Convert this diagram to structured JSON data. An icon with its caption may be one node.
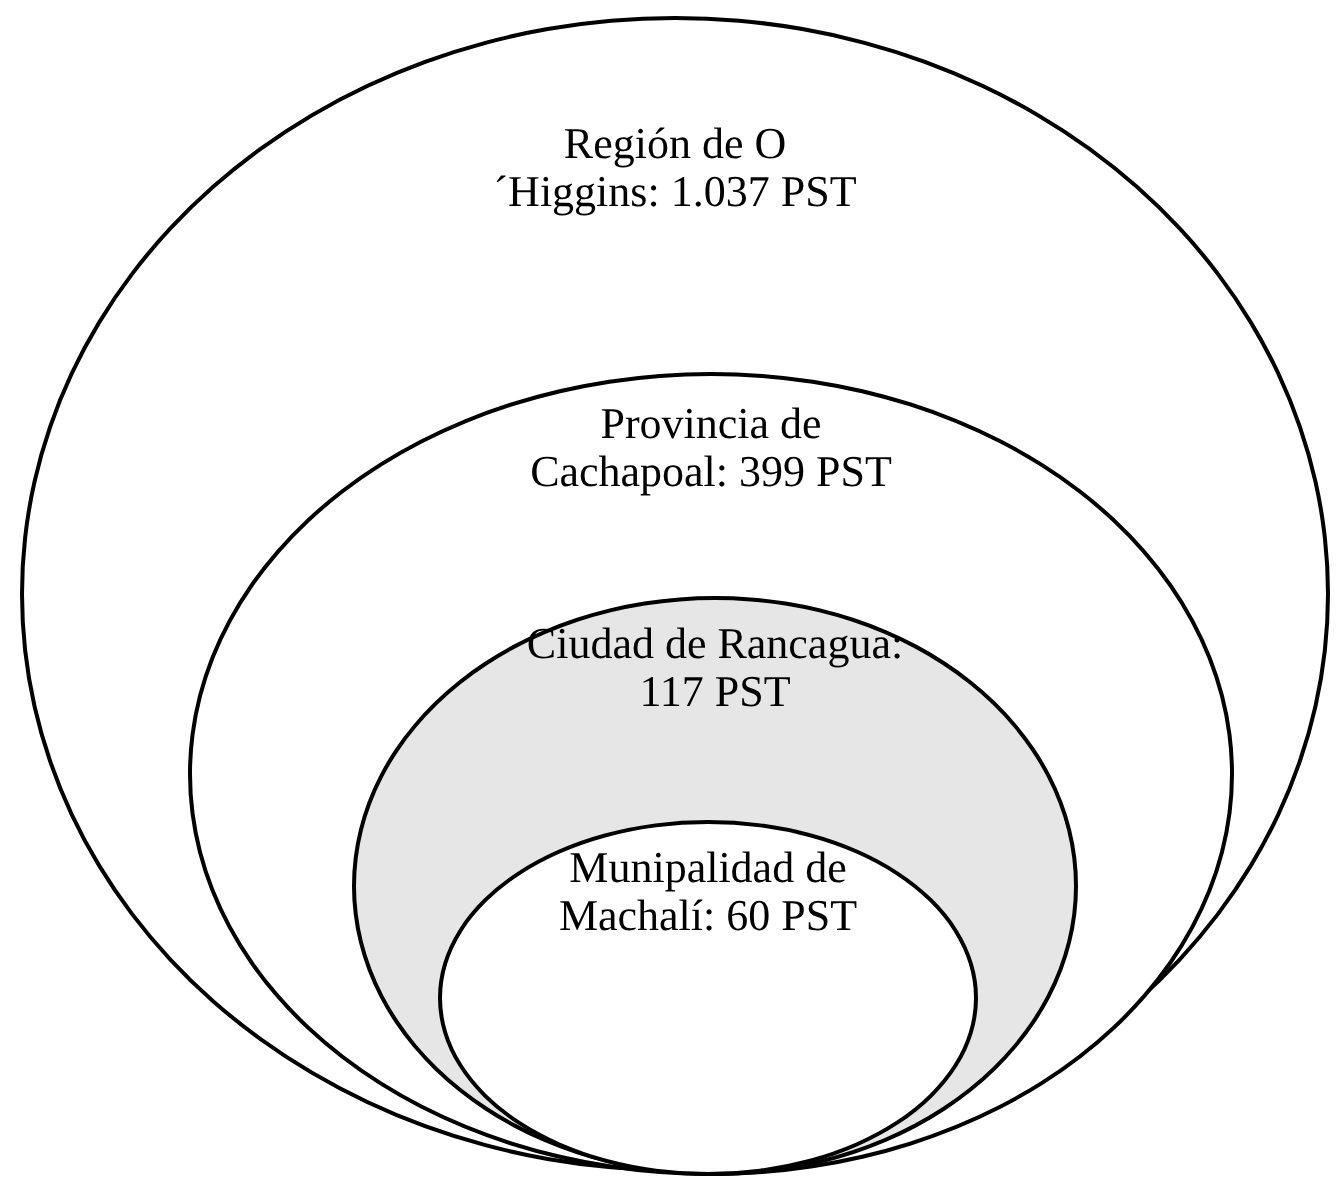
{
  "diagram": {
    "nodes": [
      {
        "text": [
          "Región de O´Higgins: 1.037 PST"
        ]
      },
      {
        "text": [
          "Provincia de Cachapoal: 399 PST"
        ],
        "in": 0
      },
      {
        "text": [
          "Ciudad de Rancagua: 117 PST"
        ],
        "in": 1
      },
      {
        "text": [
          "Munipalidad de Machalí: 60 PST"
        ],
        "in": 2
      }
    ],
    "edges": []
  }
}
